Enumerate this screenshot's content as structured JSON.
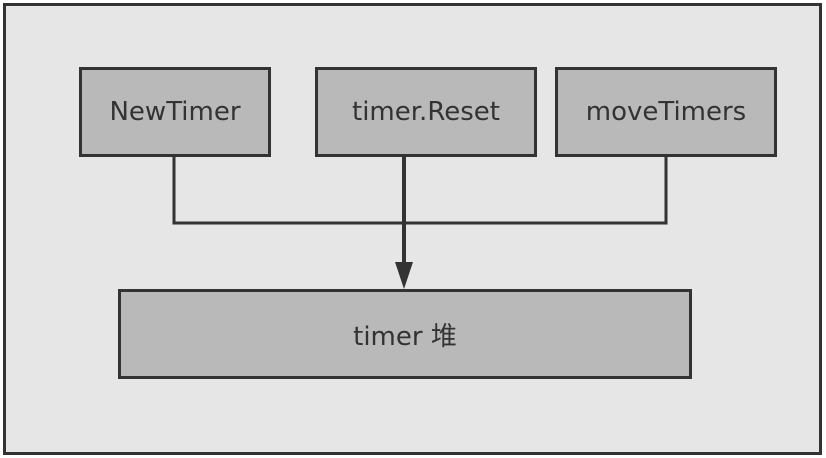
{
  "diagram": {
    "sources": [
      {
        "id": "newtimer",
        "label": "NewTimer"
      },
      {
        "id": "reset",
        "label": "timer.Reset"
      },
      {
        "id": "movetimers",
        "label": "moveTimers"
      }
    ],
    "target": {
      "id": "heap",
      "label": "timer 堆"
    },
    "edges": [
      {
        "from": "newtimer",
        "to": "heap"
      },
      {
        "from": "reset",
        "to": "heap"
      },
      {
        "from": "movetimers",
        "to": "heap"
      }
    ]
  },
  "colors": {
    "background": "#e6e6e6",
    "box_fill": "#b9b9b9",
    "stroke": "#333333",
    "text": "#333333"
  }
}
